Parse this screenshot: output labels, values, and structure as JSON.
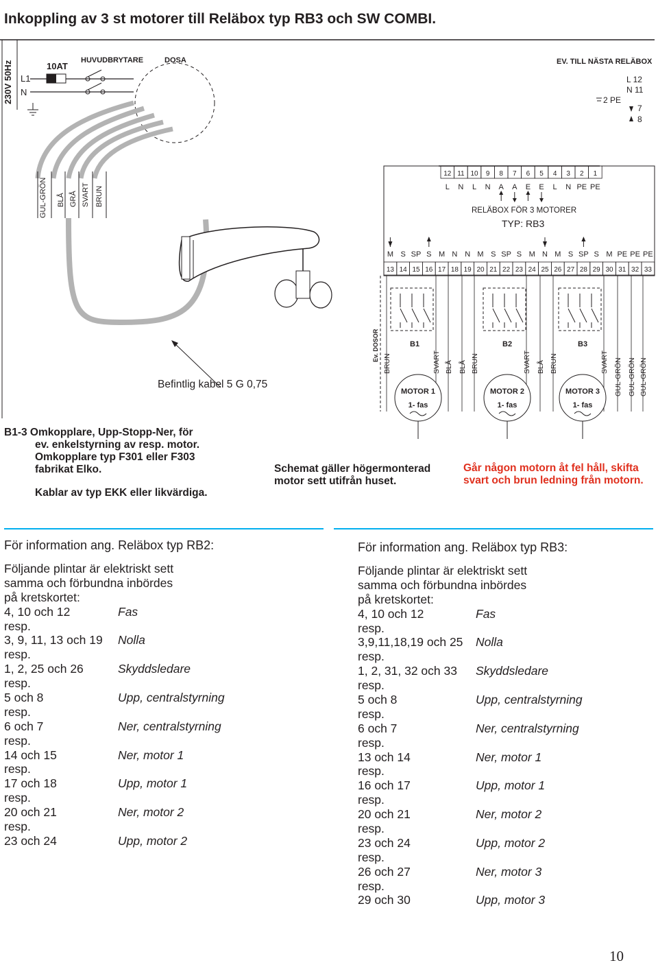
{
  "title": "Inkoppling av 3 st motorer till Reläbox typ RB3 och SW COMBI.",
  "supply": {
    "voltage": "230V 50Hz",
    "l1": "L1",
    "n": "N",
    "fuse": "10AT",
    "main_switch": "HUVUDBRYTARE",
    "dosa": "DOSA",
    "next_box": "EV. TILL NÄSTA RELÄBOX",
    "next_terminals": [
      "L  12",
      "N  11",
      "7",
      "8"
    ],
    "pe": "2 PE"
  },
  "cable_colors": [
    "GUL-GRÖN",
    "BLÅ",
    "GRÅ",
    "SVART",
    "BRUN"
  ],
  "relay_box": {
    "top_numbers": [
      "12",
      "11",
      "10",
      "9",
      "8",
      "7",
      "6",
      "5",
      "4",
      "3",
      "2",
      "1"
    ],
    "top_labels": [
      "L",
      "N",
      "L",
      "N",
      "A",
      "A",
      "E",
      "E",
      "L",
      "N",
      "PE",
      "PE"
    ],
    "name": "RELÄBOX FÖR 3 MOTORER",
    "type": "TYP: RB3",
    "bottom_labels": [
      "M",
      "S",
      "SP",
      "S",
      "M",
      "N",
      "N",
      "M",
      "S",
      "SP",
      "S",
      "M",
      "N",
      "M",
      "S",
      "SP",
      "S",
      "M",
      "PE",
      "PE",
      "PE"
    ],
    "bottom_numbers": [
      "13",
      "14",
      "15",
      "16",
      "17",
      "18",
      "19",
      "20",
      "21",
      "22",
      "23",
      "24",
      "25",
      "26",
      "27",
      "28",
      "29",
      "30",
      "31",
      "32",
      "33"
    ]
  },
  "dosor": "Ev. DOSOR",
  "switches": [
    "B1",
    "B2",
    "B3"
  ],
  "wire_labels": [
    "BRUN",
    "SVART",
    "BLÅ",
    "BLÅ",
    "BRUN",
    "SVART",
    "BLÅ",
    "BRUN",
    "SVART",
    "GUL-GRÖN",
    "GUL-GRÖN",
    "GUL-GRÖN"
  ],
  "motors": [
    {
      "name": "MOTOR 1",
      "phase": "1- fas"
    },
    {
      "name": "MOTOR 2",
      "phase": "1- fas"
    },
    {
      "name": "MOTOR 3",
      "phase": "1- fas"
    }
  ],
  "cable_note": "Befintlig kabel 5 G 0,75",
  "notes": {
    "switch_note": [
      "B1-3  Omkopplare, Upp-Stopp-Ner, för",
      "ev. enkelstyrning av resp. motor.",
      "Omkopplare typ F301 eller F303",
      "fabrikat Elko."
    ],
    "cable_type": "Kablar av typ EKK eller likvärdiga.",
    "schematic": [
      "Schemat gäller högermonterad",
      "motor sett utifrån huset."
    ],
    "warning": [
      "Går någon motorn åt fel håll, skifta",
      "svart och brun ledning från motorn."
    ]
  },
  "colors": {
    "text": "#231f20",
    "accent_line": "#00aeef",
    "warning": "#e0301e",
    "cable_gray": "#b3b3b3"
  },
  "info_rb2": {
    "heading": "För information ang. Reläbox typ RB2:",
    "intro": [
      "Följande plintar är elektriskt sett",
      "samma och förbundna inbördes",
      "på kretskortet:"
    ],
    "rows": [
      {
        "t": "4, 10 och 12",
        "d": "Fas"
      },
      {
        "t": "resp.",
        "d": ""
      },
      {
        "t": "3, 9, 11, 13 och 19",
        "d": "Nolla"
      },
      {
        "t": "resp.",
        "d": ""
      },
      {
        "t": "1, 2, 25 och 26",
        "d": "Skyddsledare"
      },
      {
        "t": "resp.",
        "d": ""
      },
      {
        "t": "5 och 8",
        "d": "Upp, centralstyrning"
      },
      {
        "t": "resp.",
        "d": ""
      },
      {
        "t": "6 och 7",
        "d": "Ner, centralstyrning"
      },
      {
        "t": "resp.",
        "d": ""
      },
      {
        "t": "14 och 15",
        "d": "Ner, motor 1"
      },
      {
        "t": "resp.",
        "d": ""
      },
      {
        "t": "17 och 18",
        "d": "Upp, motor 1"
      },
      {
        "t": "resp.",
        "d": ""
      },
      {
        "t": "20 och 21",
        "d": "Ner, motor 2"
      },
      {
        "t": "resp.",
        "d": ""
      },
      {
        "t": "23 och 24",
        "d": "Upp, motor 2"
      }
    ]
  },
  "info_rb3": {
    "heading": "För information ang. Reläbox typ RB3:",
    "intro": [
      "Följande plintar är elektriskt sett",
      "samma och förbundna inbördes",
      "på kretskortet:"
    ],
    "rows": [
      {
        "t": "4, 10 och 12",
        "d": "Fas"
      },
      {
        "t": "resp.",
        "d": ""
      },
      {
        "t": "3,9,11,18,19 och 25",
        "d": "Nolla"
      },
      {
        "t": "resp.",
        "d": ""
      },
      {
        "t": "1, 2, 31, 32 och 33",
        "d": "Skyddsledare"
      },
      {
        "t": "resp.",
        "d": ""
      },
      {
        "t": "5 och 8",
        "d": "Upp, centralstyrning"
      },
      {
        "t": "resp.",
        "d": ""
      },
      {
        "t": "6 och 7",
        "d": "Ner, centralstyrning"
      },
      {
        "t": "resp.",
        "d": ""
      },
      {
        "t": "13 och 14",
        "d": "Ner, motor 1"
      },
      {
        "t": "resp.",
        "d": ""
      },
      {
        "t": "16 och 17",
        "d": "Upp, motor 1"
      },
      {
        "t": "resp.",
        "d": ""
      },
      {
        "t": "20 och 21",
        "d": "Ner, motor 2"
      },
      {
        "t": "resp.",
        "d": ""
      },
      {
        "t": "23 och 24",
        "d": "Upp, motor 2"
      },
      {
        "t": "resp.",
        "d": ""
      },
      {
        "t": "26 och 27",
        "d": "Ner, motor 3"
      },
      {
        "t": "resp.",
        "d": ""
      },
      {
        "t": "29 och 30",
        "d": "Upp, motor 3"
      }
    ]
  },
  "page_number": "10"
}
